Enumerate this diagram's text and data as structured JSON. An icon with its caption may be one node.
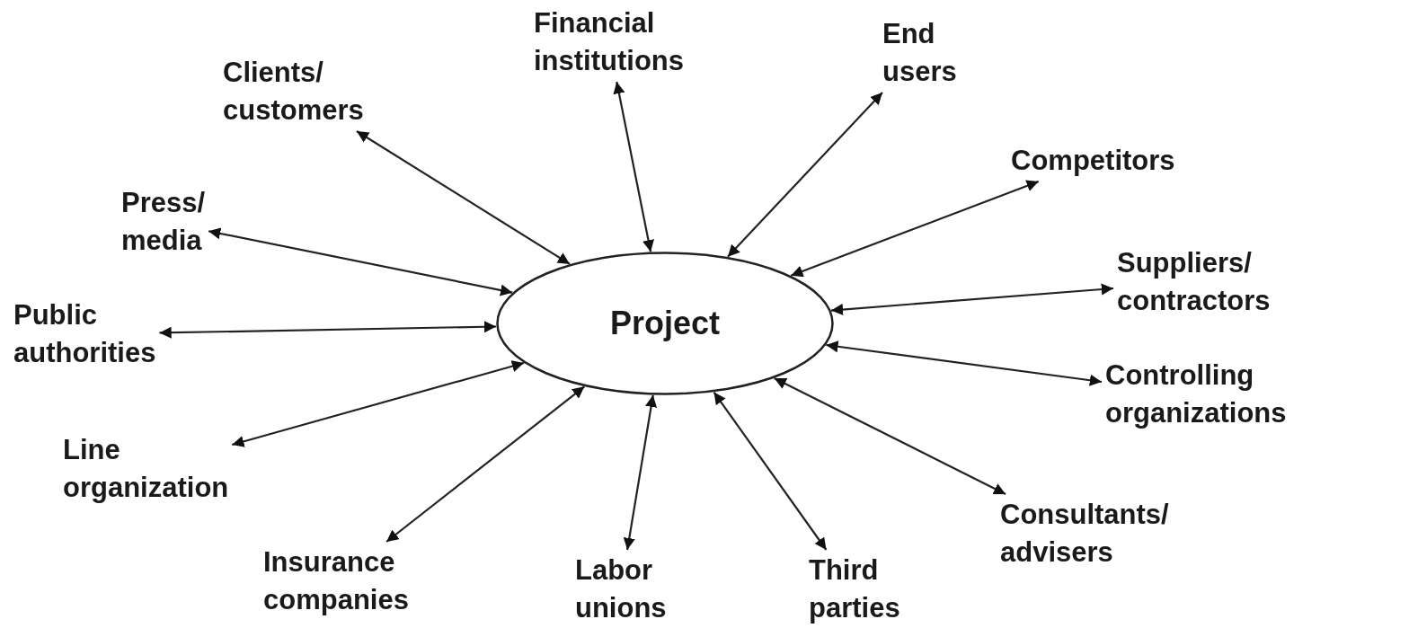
{
  "diagram": {
    "nodes": [
      {
        "text": [
          "Project"
        ]
      },
      {
        "text": [
          "Financial institutions"
        ]
      },
      {
        "text": [
          "End users"
        ]
      },
      {
        "text": [
          "Clients/ customers"
        ]
      },
      {
        "text": [
          "Competitors"
        ]
      },
      {
        "text": [
          "Press/ media"
        ]
      },
      {
        "text": [
          "Suppliers/ contractors"
        ]
      },
      {
        "text": [
          "Public authorities"
        ]
      },
      {
        "text": [
          "Controlling organizations"
        ]
      },
      {
        "text": [
          "Line organization"
        ]
      },
      {
        "text": [
          "Consultants/ advisers"
        ]
      },
      {
        "text": [
          "Insurance companies"
        ]
      },
      {
        "text": [
          "Labor unions"
        ]
      },
      {
        "text": [
          "Third parties"
        ]
      }
    ],
    "edges": [
      {
        "from": 0,
        "to": 1,
        "arrow": "both"
      },
      {
        "from": 0,
        "to": 2,
        "arrow": "both"
      },
      {
        "from": 0,
        "to": 3,
        "arrow": "both"
      },
      {
        "from": 0,
        "to": 4,
        "arrow": "both"
      },
      {
        "from": 0,
        "to": 5,
        "arrow": "both"
      },
      {
        "from": 0,
        "to": 6,
        "arrow": "both"
      },
      {
        "from": 0,
        "to": 7,
        "arrow": "both"
      },
      {
        "from": 0,
        "to": 8,
        "arrow": "both"
      },
      {
        "from": 0,
        "to": 9,
        "arrow": "both"
      },
      {
        "from": 0,
        "to": 10,
        "arrow": "both"
      },
      {
        "from": 0,
        "to": 11,
        "arrow": "both"
      },
      {
        "from": 0,
        "to": 12,
        "arrow": "both"
      },
      {
        "from": 0,
        "to": 13,
        "arrow": "both"
      }
    ]
  }
}
